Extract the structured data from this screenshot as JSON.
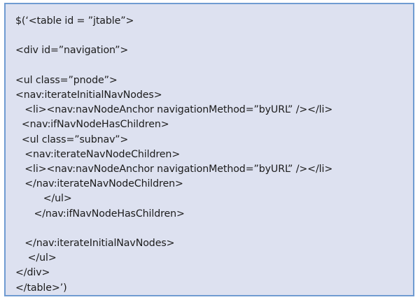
{
  "panel": {
    "name": "code-snippet-panel",
    "background_color": "#dde1f0",
    "border_color": "#6f9bd1",
    "text_color": "#1b1b1b"
  },
  "code": {
    "language": "javascript-jsp-markup",
    "lines": [
      "$(‘<table id = ”jtable”>",
      "",
      "<div id=”navigation”>",
      "",
      "<ul class=”pnode”>",
      "<nav:iterateInitialNavNodes>",
      "   <li><nav:navNodeAnchor navigationMethod=”byURL” /></li>",
      "  <nav:ifNavNodeHasChildren>",
      "  <ul class=”subnav”>",
      "   <nav:iterateNavNodeChildren>",
      "   <li><nav:navNodeAnchor navigationMethod=”byURL” /></li>",
      "   </nav:iterateNavNodeChildren>",
      "         </ul>",
      "      </nav:ifNavNodeHasChildren>",
      "",
      "   </nav:iterateInitialNavNodes>",
      "    </ul>",
      "</div>",
      "</table>’)"
    ]
  }
}
